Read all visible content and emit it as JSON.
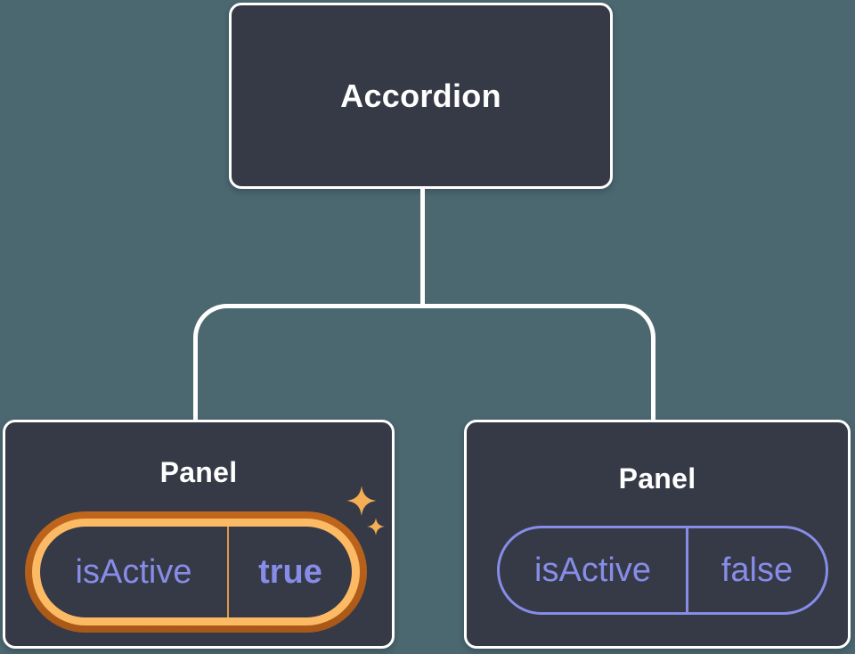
{
  "colors": {
    "background": "#4b6770",
    "node_fill": "#353a46",
    "node_border": "#ffffff",
    "connector": "#ffffff",
    "title_text": "#ffffff",
    "prop_purple": "#878ce8",
    "highlight_ring_outer": "#c1661c",
    "highlight_ring_inner": "#fdba64",
    "highlight_divider": "#e19a4a",
    "sparkle": "#f6ae55"
  },
  "tree": {
    "root": {
      "label": "Accordion"
    },
    "panels": [
      {
        "label": "Panel",
        "prop_name": "isActive",
        "prop_value": "true",
        "highlighted": true
      },
      {
        "label": "Panel",
        "prop_name": "isActive",
        "prop_value": "false",
        "highlighted": false
      }
    ]
  }
}
